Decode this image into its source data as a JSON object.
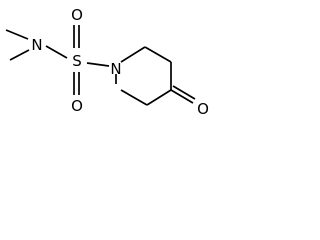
{
  "molecule": {
    "atoms": {
      "n_amine": "N",
      "sulfur": "S",
      "oxygen_top": "O",
      "oxygen_bottom": "O",
      "n_ring": "N",
      "oxygen_ketone": "O"
    }
  }
}
